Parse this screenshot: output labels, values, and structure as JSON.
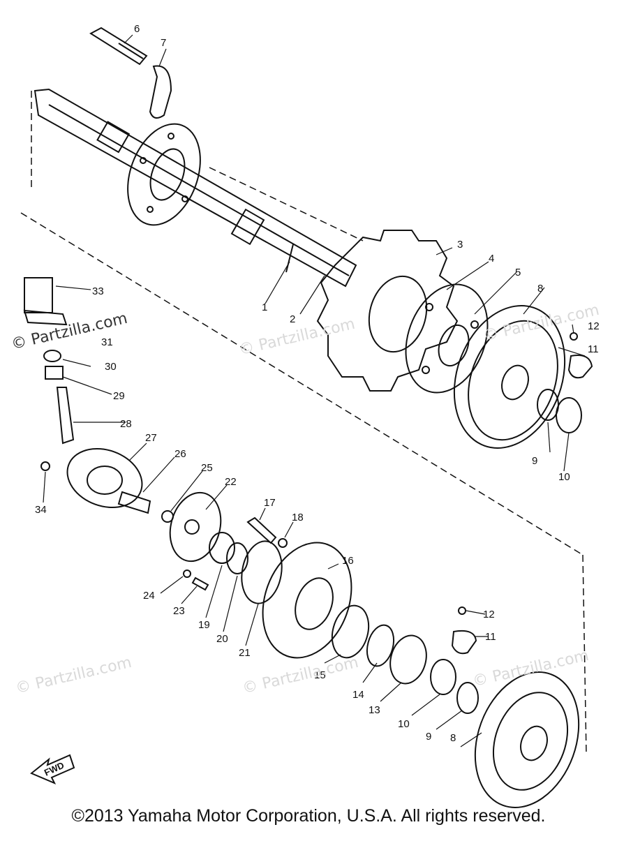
{
  "copyright": "©2013  Yamaha Motor Corporation, U.S.A. All rights reserved.",
  "watermark": "© Partzilla.com",
  "fwd_label": "FWD",
  "callouts": [
    "1",
    "2",
    "3",
    "4",
    "5",
    "6",
    "7",
    "8",
    "9",
    "10",
    "11",
    "12",
    "13",
    "14",
    "15",
    "16",
    "17",
    "18",
    "19",
    "20",
    "21",
    "22",
    "23",
    "24",
    "25",
    "26",
    "27",
    "28",
    "29",
    "30",
    "31",
    "33",
    "34"
  ]
}
